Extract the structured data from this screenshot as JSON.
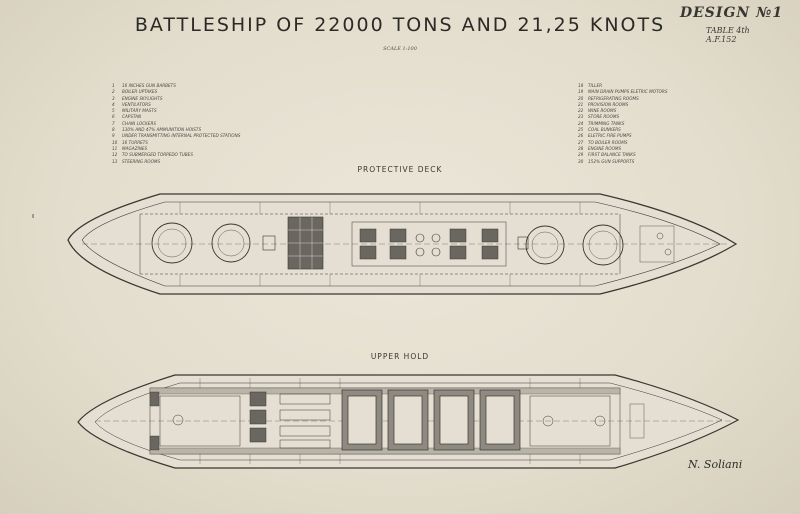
{
  "title": "BATTLESHIP OF 22000 TONS AND 21,25 KNOTS",
  "scale": "SCALE 1:100",
  "design": {
    "label": "DESIGN №1",
    "table": "TABLE 4th",
    "ref": "A.F.152"
  },
  "legend_left": [
    {
      "n": "1",
      "text": "16 INCHES GUN BARBETS"
    },
    {
      "n": "2",
      "text": "BOILER UPTAKES"
    },
    {
      "n": "3",
      "text": "ENGINE SKYLIGHTS"
    },
    {
      "n": "4",
      "text": "VENTILATORS"
    },
    {
      "n": "5",
      "text": "MILITARY MASTS"
    },
    {
      "n": "6",
      "text": "CAPSTAN"
    },
    {
      "n": "7",
      "text": "CHAIN LOCKERS"
    },
    {
      "n": "8",
      "text": "130% AND 47% AMMUNITION HOISTS"
    },
    {
      "n": "9",
      "text": "UNDER TRANSMITTING INTERNAL PROTECTED STATIONS"
    },
    {
      "n": "10",
      "text": "16        TURRETS"
    },
    {
      "n": "11",
      "text": "MAGAZINES"
    },
    {
      "n": "12",
      "text": "TO SUBMERGED TORPEDO TUBES"
    },
    {
      "n": "13",
      "text": "STEERING ROOMS"
    }
  ],
  "legend_right": [
    {
      "n": "18",
      "text": "TILLER"
    },
    {
      "n": "19",
      "text": "MAIN DRAIN PUMPS ELETRIC MOTORS"
    },
    {
      "n": "20",
      "text": "REFRIGERATING ROOMS"
    },
    {
      "n": "21",
      "text": "PROVISION ROOMS"
    },
    {
      "n": "22",
      "text": "WINE ROOMS"
    },
    {
      "n": "23",
      "text": "STORE ROOMS"
    },
    {
      "n": "24",
      "text": "TRIMMING TANKS"
    },
    {
      "n": "25",
      "text": "COAL BUNKERS"
    },
    {
      "n": "26",
      "text": "ELETRIC FIRE PUMPS"
    },
    {
      "n": "27",
      "text": "TO BOILER ROOMS"
    },
    {
      "n": "28",
      "text": "ENGINE ROOMS"
    },
    {
      "n": "29",
      "text": "FIRST BALANCE TANKS"
    },
    {
      "n": "30",
      "text": "152% GUN SUPPORTS"
    }
  ],
  "sections": {
    "protective_deck": "PROTECTIVE DECK",
    "upper_hold": "UPPER HOLD"
  },
  "signature": "N. Soliani",
  "colors": {
    "paper": "#e6e0d2",
    "ink": "#2c2a26",
    "deck_fill": "#d8d3c6",
    "magazine_fill": "#6a6660"
  }
}
